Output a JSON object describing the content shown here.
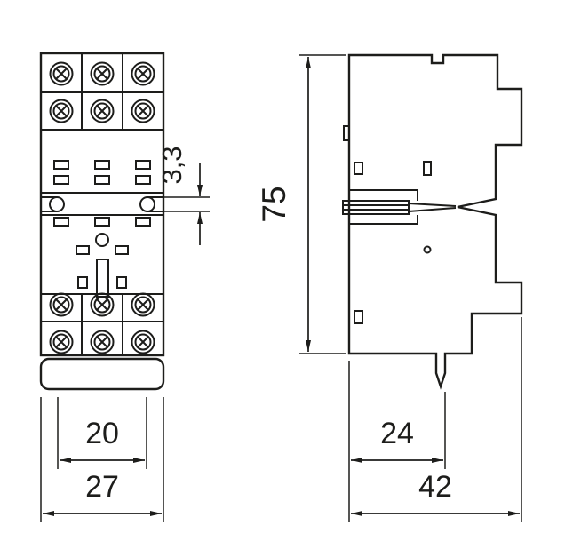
{
  "colors": {
    "line": "#1d1d1b",
    "background": "#ffffff"
  },
  "front_view": {
    "dim_width_inner": "20",
    "dim_width_overall": "27",
    "dim_slot_height": "3,3"
  },
  "side_view": {
    "dim_height_overall": "75",
    "dim_depth_to_pin": "24",
    "dim_depth_overall": "42"
  }
}
